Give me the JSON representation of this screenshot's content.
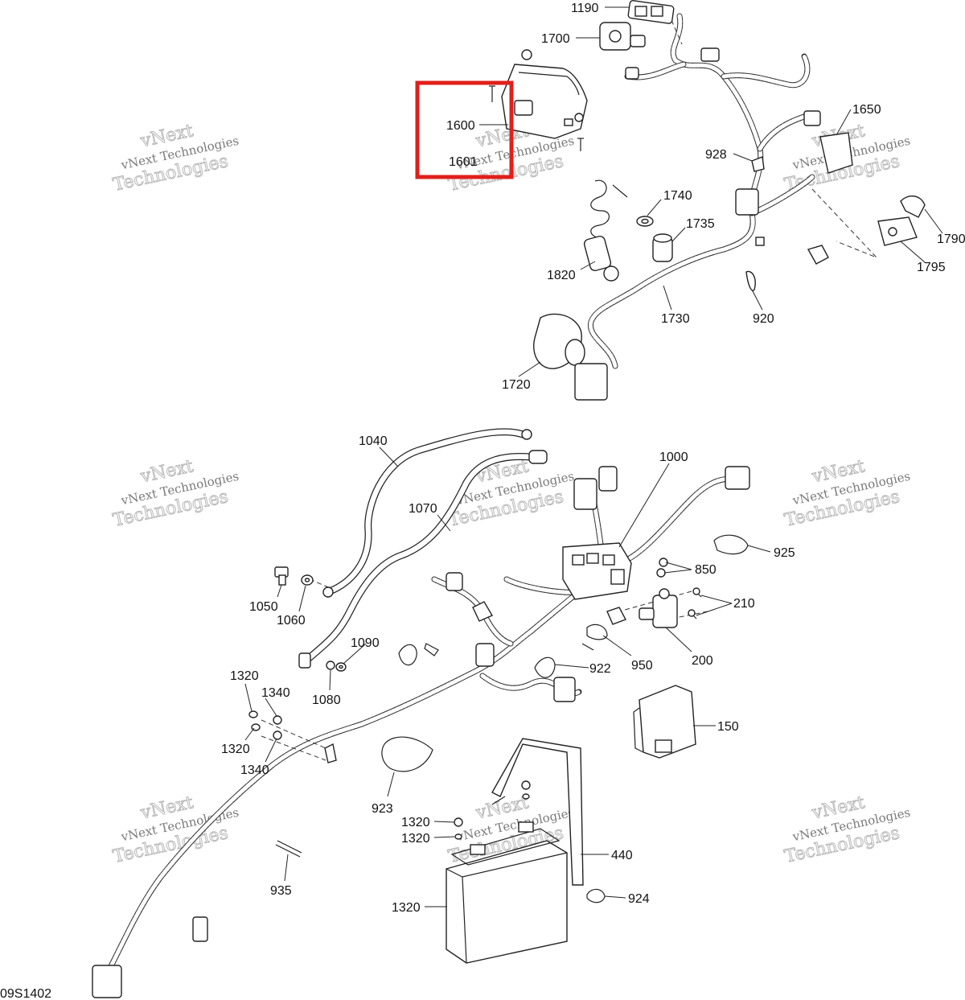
{
  "diagram": {
    "figure_id": "09S1402",
    "highlight_parts": [
      "1600",
      "1601"
    ],
    "watermark": {
      "line1": "vNext Technologies",
      "line2": "Technologies",
      "line3": "vNext"
    },
    "callouts": {
      "p1190": "1190",
      "p1700": "1700",
      "p1600": "1600",
      "p1601": "1601",
      "p1650": "1650",
      "p928": "928",
      "p1740": "1740",
      "p1735": "1735",
      "p1790": "1790",
      "p1795": "1795",
      "p1820": "1820",
      "p1730": "1730",
      "p920": "920",
      "p1720": "1720",
      "p1040": "1040",
      "p1000": "1000",
      "p1070": "1070",
      "p925": "925",
      "p850": "850",
      "p210": "210",
      "p1050": "1050",
      "p1060": "1060",
      "p1090": "1090",
      "p1080": "1080",
      "p922": "922",
      "p950": "950",
      "p200": "200",
      "p1320a": "1320",
      "p1340a": "1340",
      "p1320b": "1320",
      "p1340b": "1340",
      "p150": "150",
      "p923": "923",
      "p1320c": "1320",
      "p1320d": "1320",
      "p440": "440",
      "p935": "935",
      "p924": "924",
      "p1320e": "1320"
    }
  }
}
